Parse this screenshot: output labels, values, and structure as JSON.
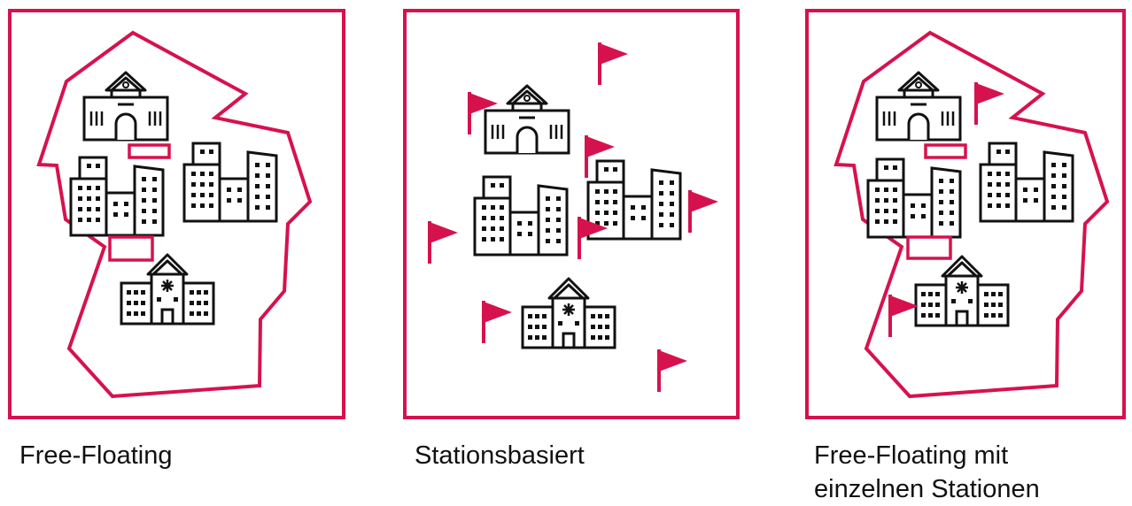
{
  "colors": {
    "accent": "#D6124E",
    "ink": "#111111"
  },
  "panels": [
    {
      "caption_lines": [
        "Free-Floating"
      ]
    },
    {
      "caption_lines": [
        "Stationsbasiert"
      ]
    },
    {
      "caption_lines": [
        "Free-Floating mit",
        "einzelnen Stationen"
      ]
    }
  ],
  "icons": [
    "school-building-icon",
    "office-buildings-icon",
    "hospital-icon",
    "parking-zone-icon",
    "station-flag-icon"
  ]
}
